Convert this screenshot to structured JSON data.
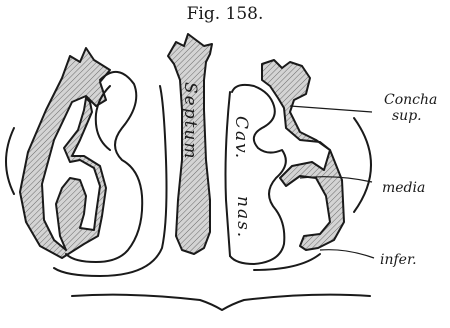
{
  "figure": {
    "title": "Fig. 158."
  },
  "labels": {
    "septum": "Septum",
    "cav": "Cav.",
    "nas": "nas.",
    "concha": "Concha",
    "sup": "sup.",
    "media": "media",
    "infer": "infer."
  }
}
